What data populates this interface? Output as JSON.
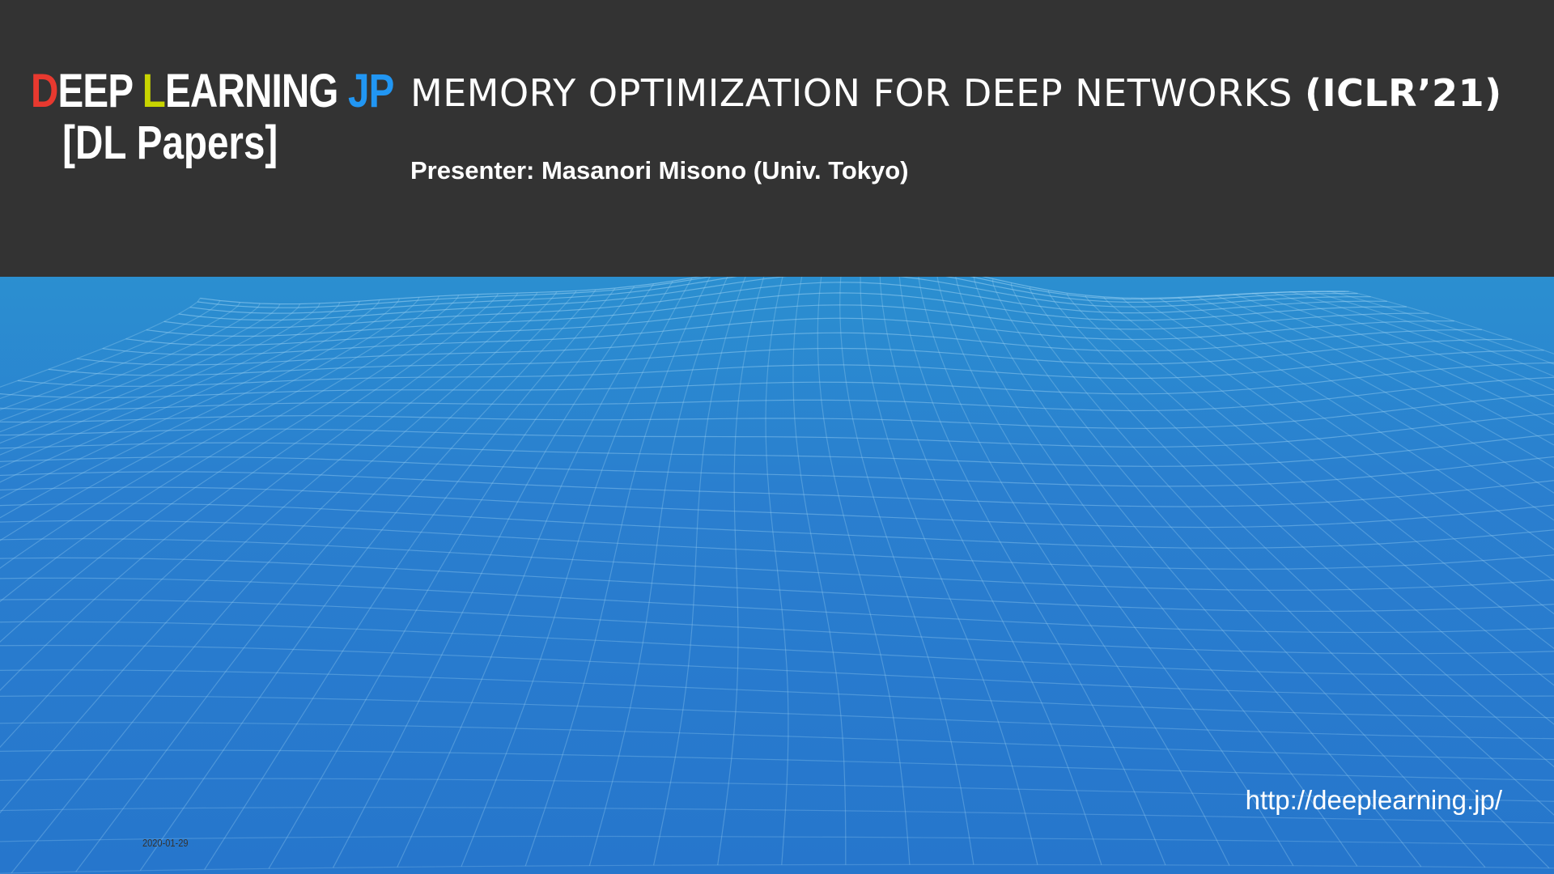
{
  "logo": {
    "line1": [
      {
        "text": "D",
        "color": "#e8392f"
      },
      {
        "text": "EEP ",
        "color": "#ffffff"
      },
      {
        "text": "L",
        "color": "#c8d400"
      },
      {
        "text": "EARNING ",
        "color": "#ffffff"
      },
      {
        "text": "JP",
        "color": "#2196f3"
      }
    ],
    "line2": "[DL Papers]"
  },
  "slide": {
    "title": "MEMORY OPTIMIZATION FOR DEEP NETWORKS",
    "conference": "(ICLR’21)",
    "presenter": "Presenter: Masanori Misono (Univ. Tokyo)",
    "url": "http://deeplearning.jp/",
    "date": "2020-01-29"
  },
  "colors": {
    "header_bg": "#333333",
    "background_blue": "#2a78cf",
    "mesh_line": "#9fd4f4"
  }
}
